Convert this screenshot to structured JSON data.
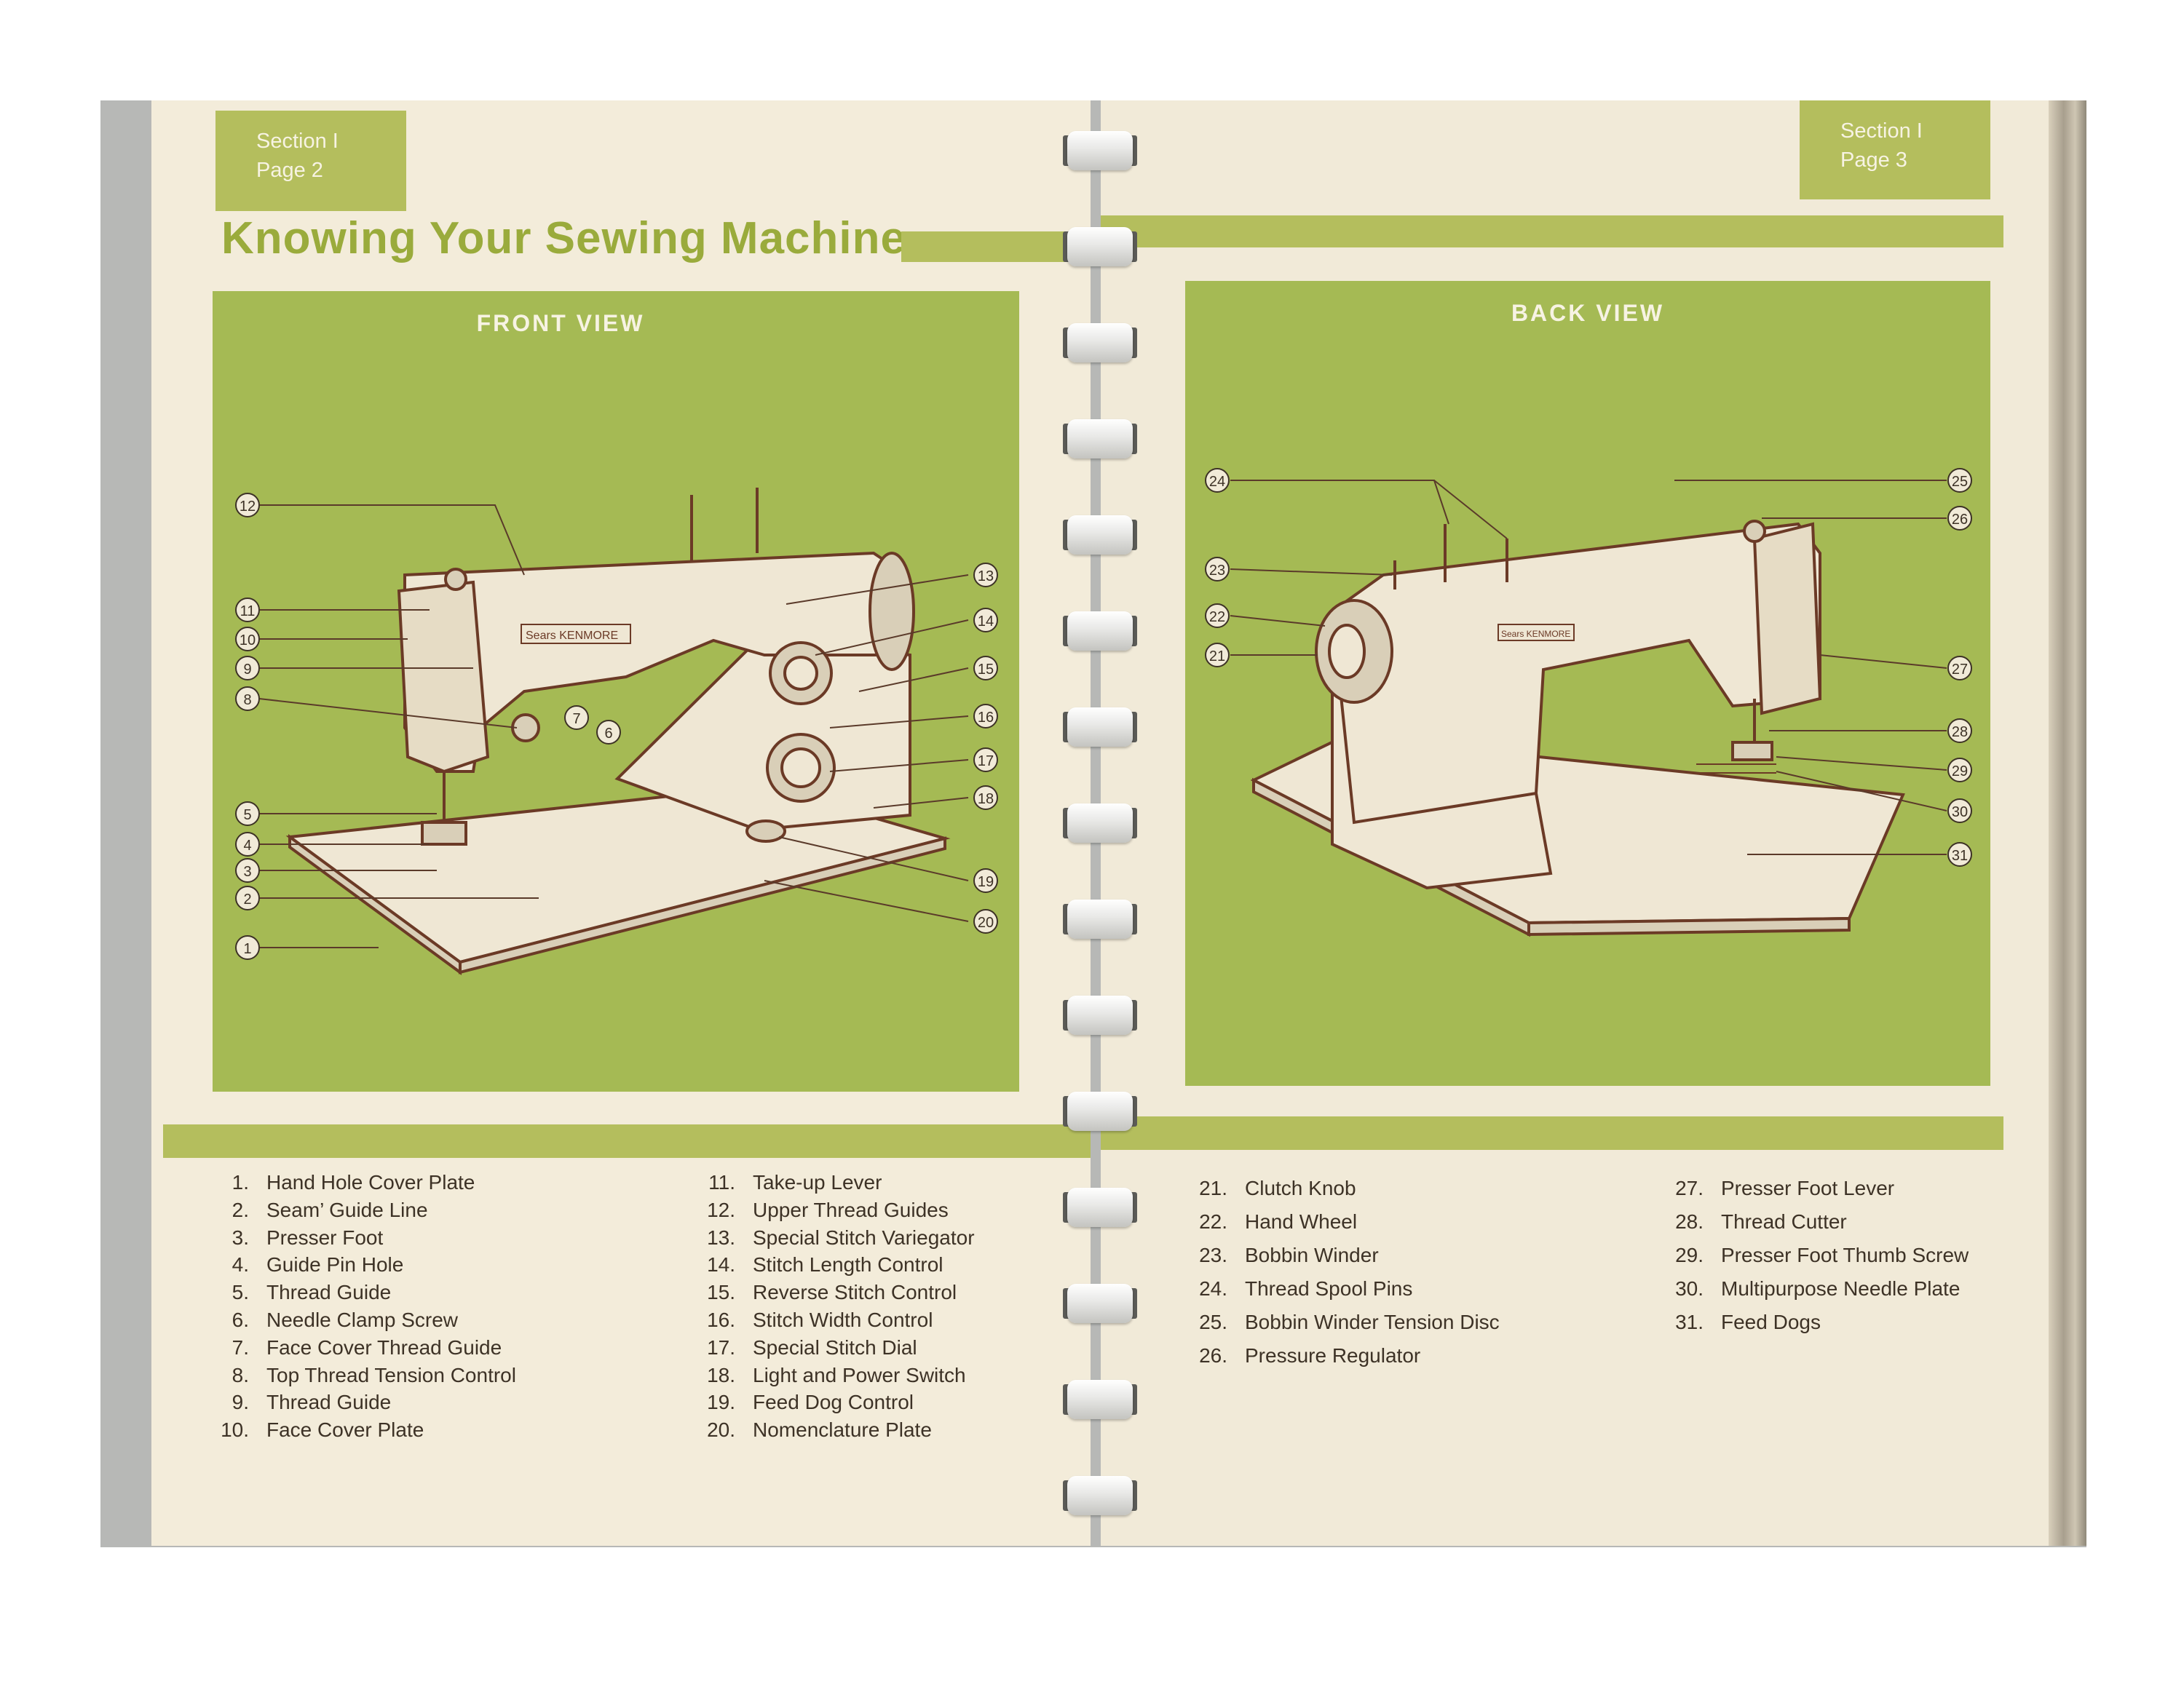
{
  "left_page": {
    "tab": {
      "section": "Section  I",
      "page": "Page  2"
    },
    "title": "Knowing  Your  Sewing  Machine",
    "panel_label": "FRONT  VIEW",
    "machine_brand": "Sears KENMORE",
    "callouts": [
      "1",
      "2",
      "3",
      "4",
      "5",
      "6",
      "7",
      "8",
      "9",
      "10",
      "11",
      "12",
      "13",
      "14",
      "15",
      "16",
      "17",
      "18",
      "19",
      "20"
    ],
    "parts_col1": [
      {
        "num": "1.",
        "label": "Hand Hole Cover Plate"
      },
      {
        "num": "2.",
        "label": "Seam’ Guide Line"
      },
      {
        "num": "3.",
        "label": "Presser Foot"
      },
      {
        "num": "4.",
        "label": "Guide Pin Hole"
      },
      {
        "num": "5.",
        "label": "Thread Guide"
      },
      {
        "num": "6.",
        "label": "Needle Clamp Screw"
      },
      {
        "num": "7.",
        "label": "Face Cover Thread Guide"
      },
      {
        "num": "8.",
        "label": "Top Thread Tension Control"
      },
      {
        "num": "9.",
        "label": "Thread Guide"
      },
      {
        "num": "10.",
        "label": "Face Cover Plate"
      }
    ],
    "parts_col2": [
      {
        "num": "11.",
        "label": "Take-up Lever"
      },
      {
        "num": "12.",
        "label": "Upper Thread Guides"
      },
      {
        "num": "13.",
        "label": "Special Stitch Variegator"
      },
      {
        "num": "14.",
        "label": "Stitch Length Control"
      },
      {
        "num": "15.",
        "label": "Reverse Stitch Control"
      },
      {
        "num": "16.",
        "label": "Stitch Width Control"
      },
      {
        "num": "17.",
        "label": "Special Stitch Dial"
      },
      {
        "num": "18.",
        "label": "Light and Power Switch"
      },
      {
        "num": "19.",
        "label": "Feed Dog Control"
      },
      {
        "num": "20.",
        "label": "Nomenclature Plate"
      }
    ]
  },
  "right_page": {
    "tab": {
      "section": "Section  I",
      "page": "Page  3"
    },
    "panel_label": "BACK  VIEW",
    "machine_brand": "Sears KENMORE",
    "callouts": [
      "21",
      "22",
      "23",
      "24",
      "25",
      "26",
      "27",
      "28",
      "29",
      "30",
      "31"
    ],
    "parts_col1": [
      {
        "num": "21.",
        "label": "Clutch Knob"
      },
      {
        "num": "22.",
        "label": "Hand Wheel"
      },
      {
        "num": "23.",
        "label": "Bobbin Winder"
      },
      {
        "num": "24.",
        "label": "Thread Spool Pins"
      },
      {
        "num": "25.",
        "label": "Bobbin Winder Tension Disc"
      },
      {
        "num": "26.",
        "label": "Pressure Regulator"
      }
    ],
    "parts_col2": [
      {
        "num": "27.",
        "label": "Presser Foot Lever"
      },
      {
        "num": "28.",
        "label": "Thread Cutter"
      },
      {
        "num": "29.",
        "label": "Presser Foot Thumb Screw"
      },
      {
        "num": "30.",
        "label": "Multipurpose Needle Plate"
      },
      {
        "num": "31.",
        "label": "Feed Dogs"
      }
    ]
  },
  "colors": {
    "green_band": "#b4be5d",
    "green_panel": "#a5ba54",
    "title_green": "#9aab3c",
    "paper": "#f3ecda",
    "ink": "#3d3226",
    "line_brown": "#6b3a26"
  }
}
